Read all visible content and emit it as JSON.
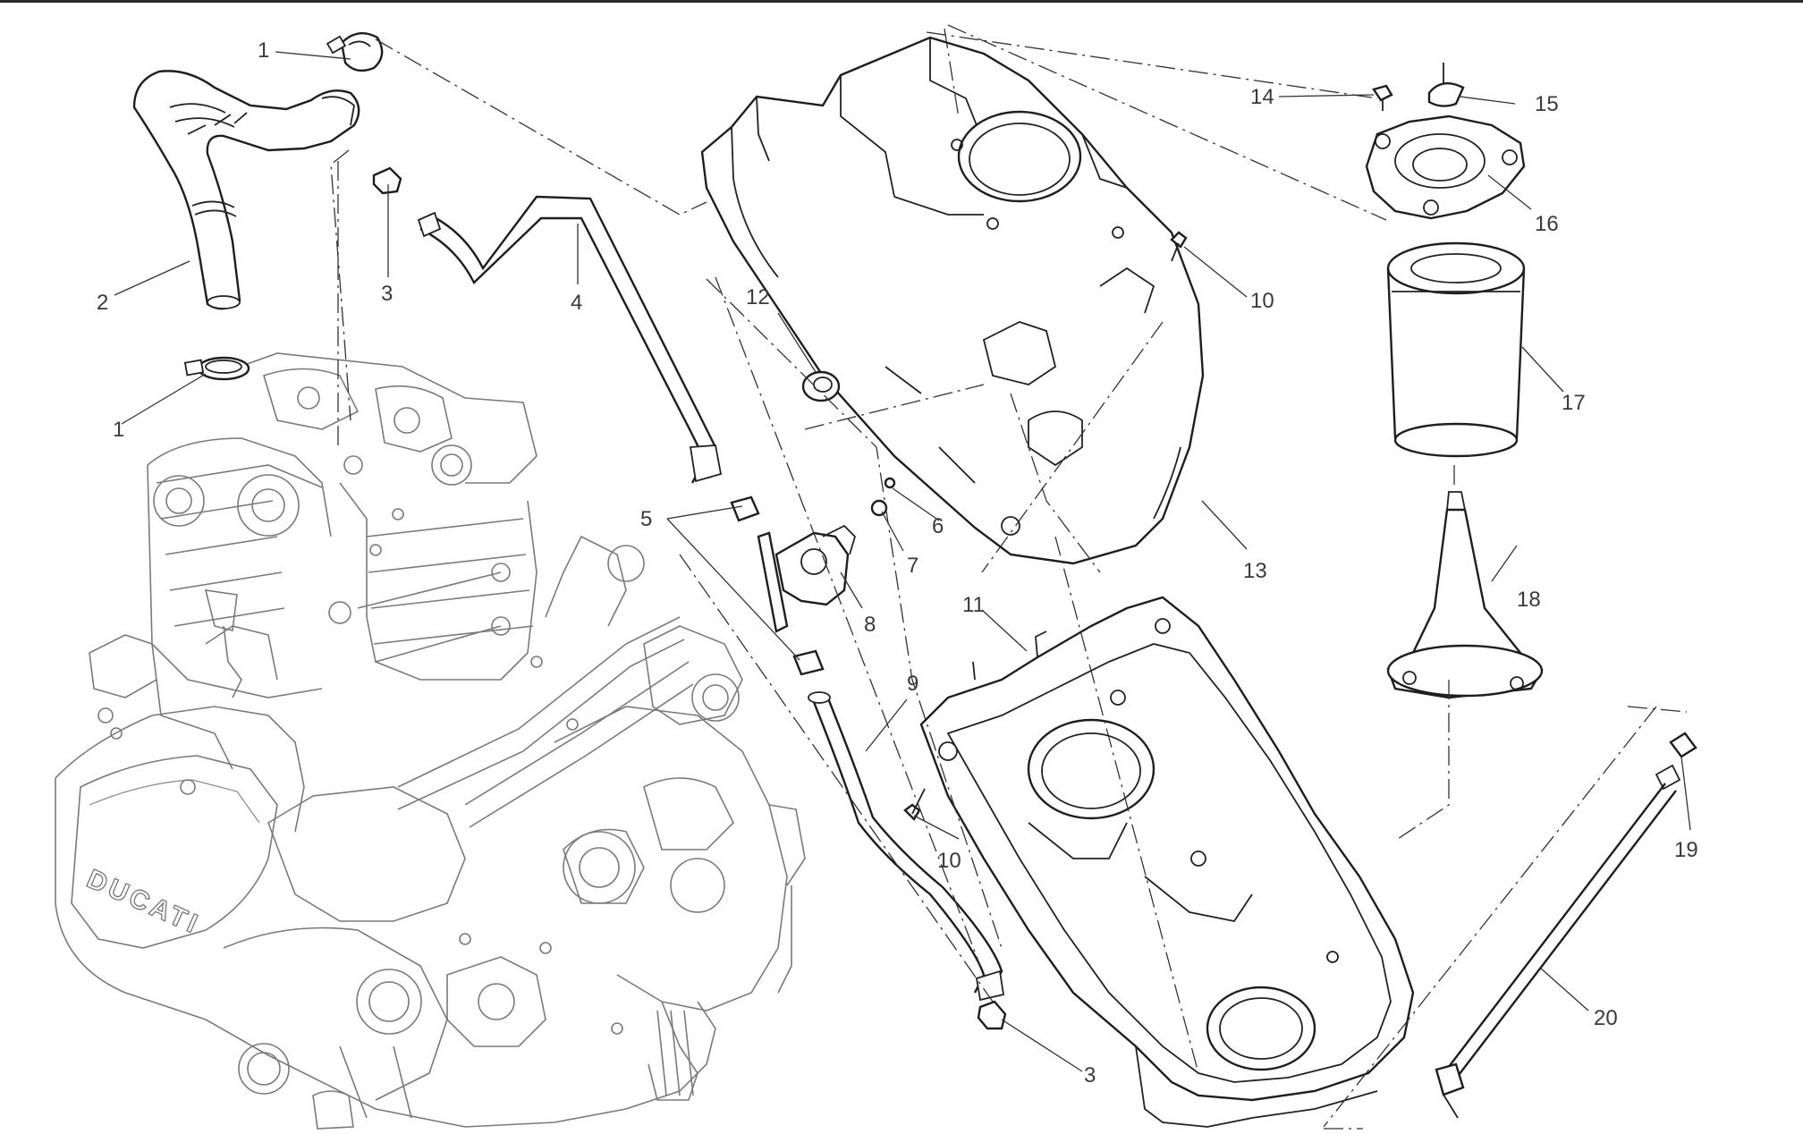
{
  "diagram": {
    "brand_mark": "DUCATI",
    "callouts": [
      {
        "id": "c1a",
        "label": "1"
      },
      {
        "id": "c1b",
        "label": "1"
      },
      {
        "id": "c2",
        "label": "2"
      },
      {
        "id": "c3a",
        "label": "3"
      },
      {
        "id": "c3b",
        "label": "3"
      },
      {
        "id": "c4",
        "label": "4"
      },
      {
        "id": "c5",
        "label": "5"
      },
      {
        "id": "c6",
        "label": "6"
      },
      {
        "id": "c7",
        "label": "7"
      },
      {
        "id": "c8",
        "label": "8"
      },
      {
        "id": "c9",
        "label": "9"
      },
      {
        "id": "c10a",
        "label": "10"
      },
      {
        "id": "c10b",
        "label": "10"
      },
      {
        "id": "c11",
        "label": "11"
      },
      {
        "id": "c12",
        "label": "12"
      },
      {
        "id": "c13",
        "label": "13"
      },
      {
        "id": "c14",
        "label": "14"
      },
      {
        "id": "c15",
        "label": "15"
      },
      {
        "id": "c16",
        "label": "16"
      },
      {
        "id": "c17",
        "label": "17"
      },
      {
        "id": "c18",
        "label": "18"
      },
      {
        "id": "c19",
        "label": "19"
      },
      {
        "id": "c20",
        "label": "20"
      }
    ]
  },
  "colors": {
    "background": "#ffffff",
    "part_outline": "#1e1e1e",
    "ghost_outline": "#7a7a7a",
    "leader_line": "#333333"
  }
}
